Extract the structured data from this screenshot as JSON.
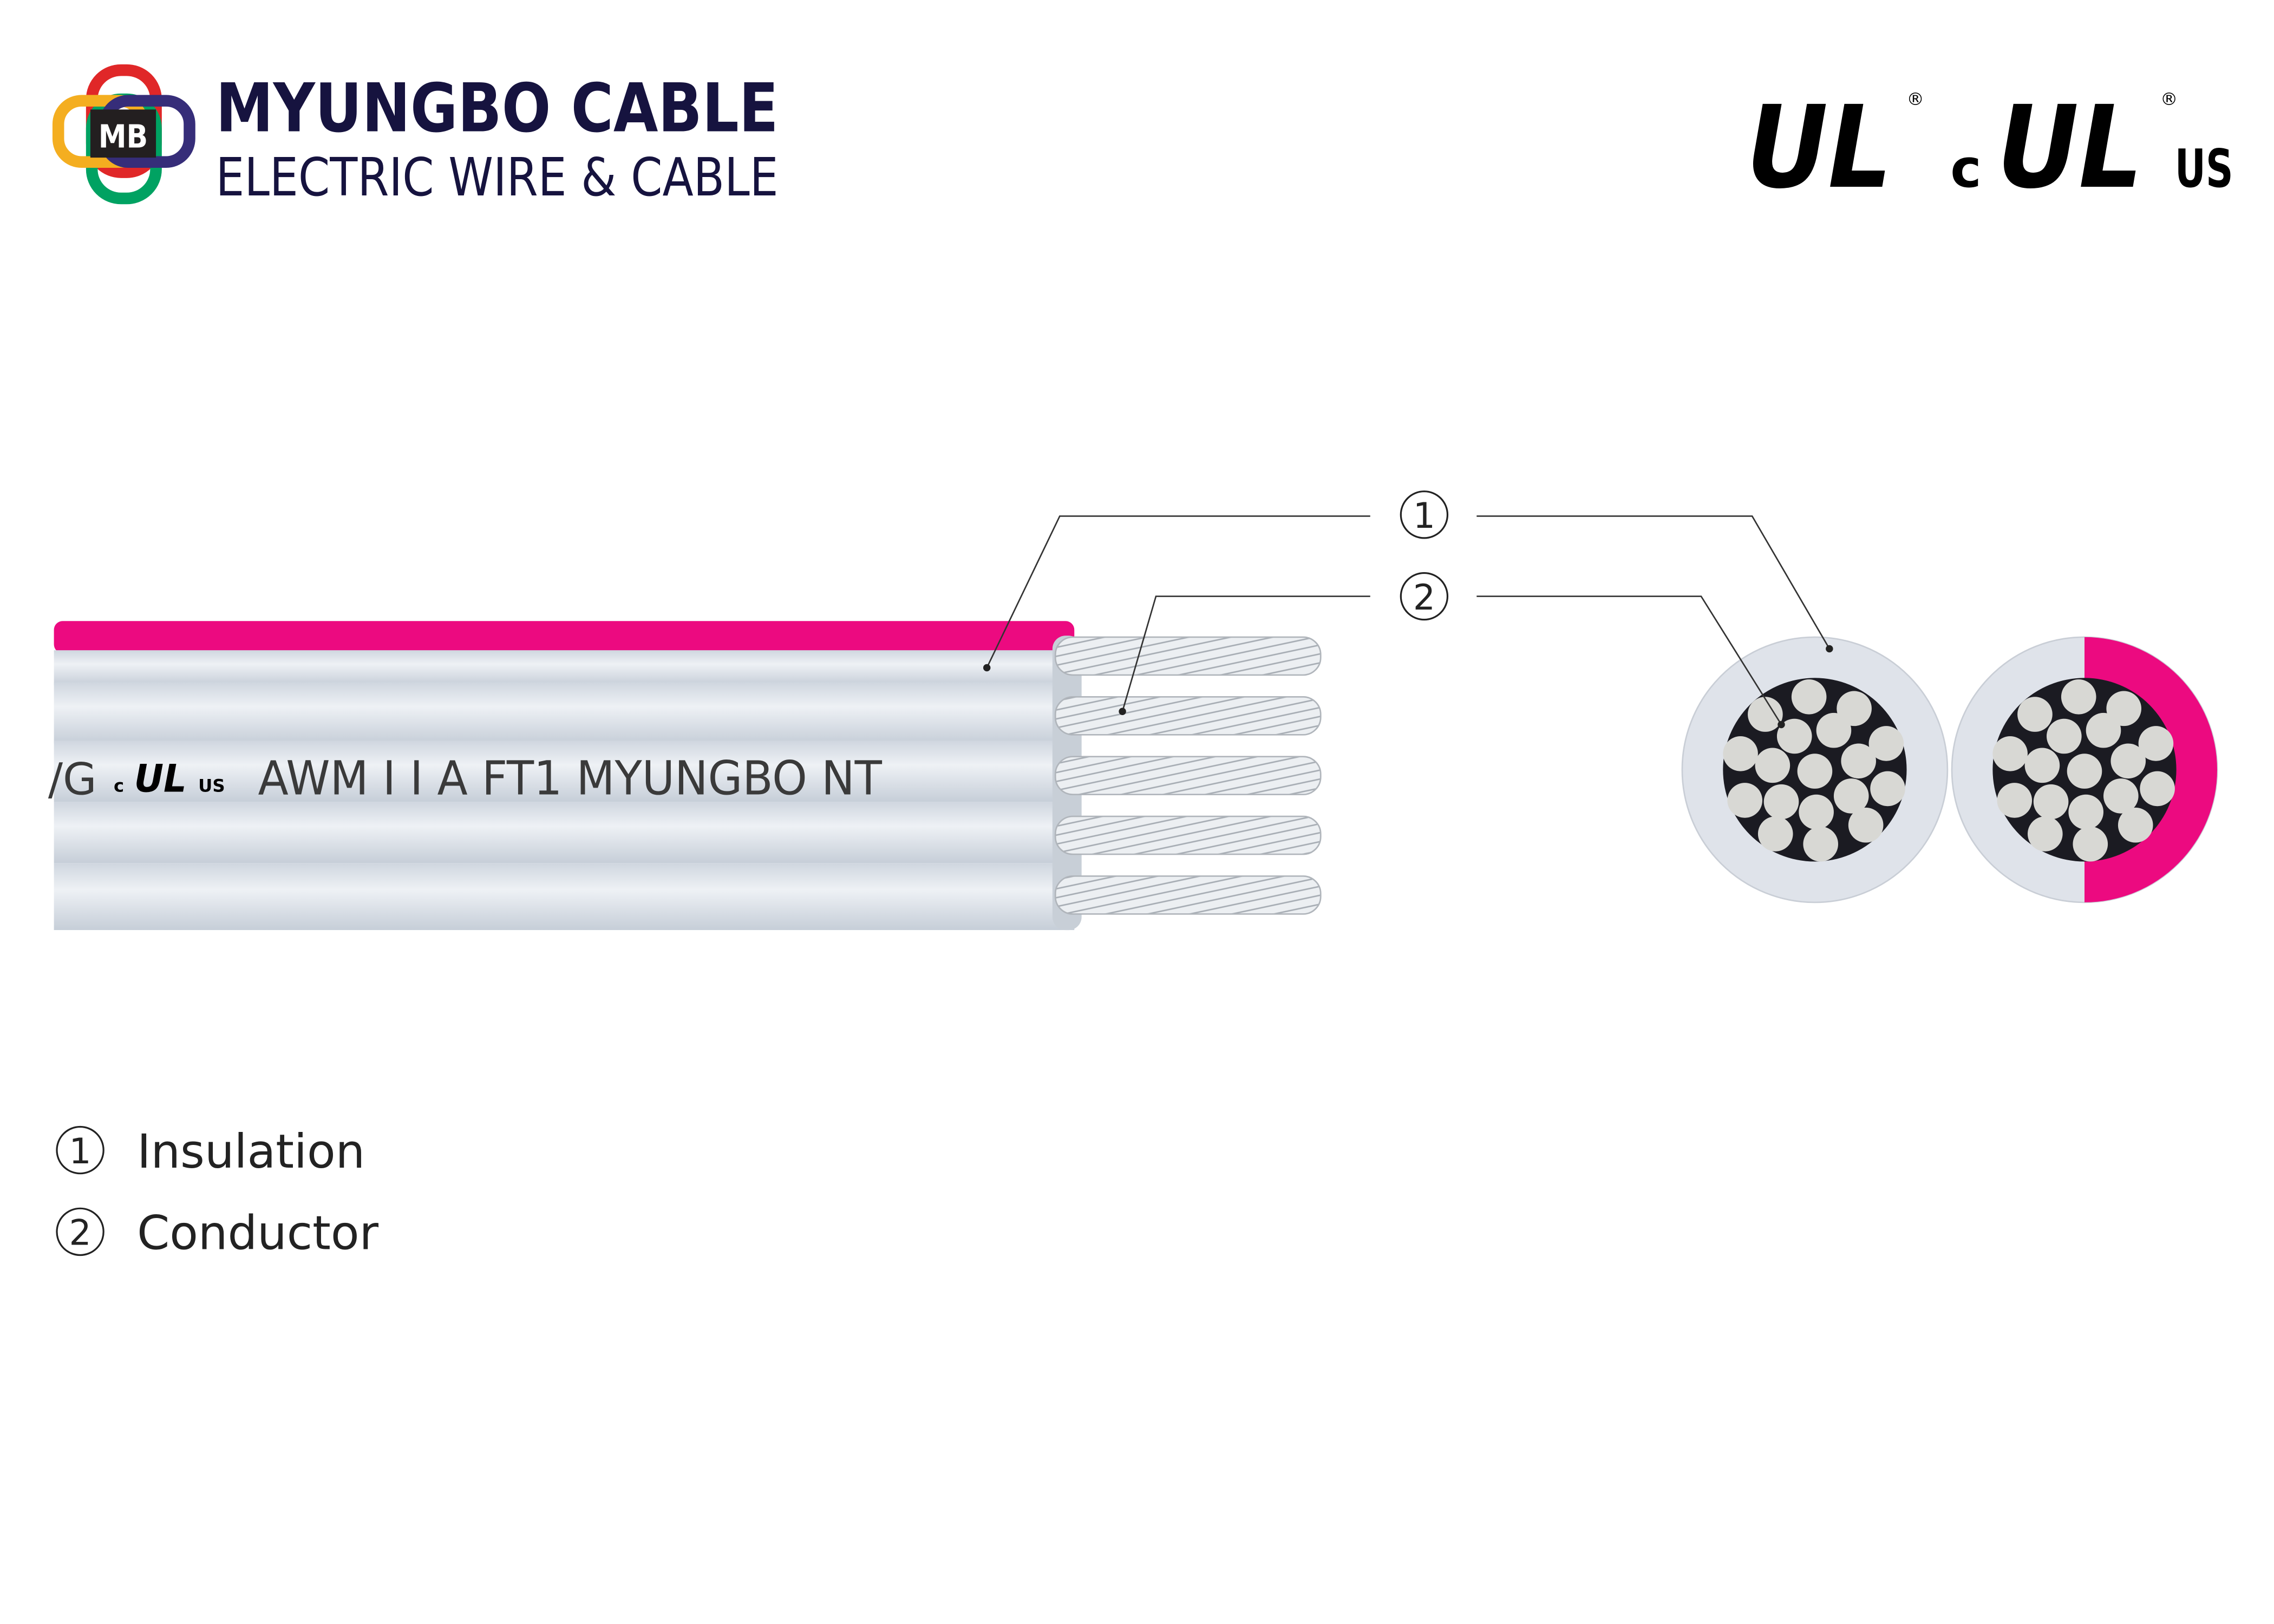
{
  "header": {
    "logo_mark": "MB",
    "brand": "MYUNGBO CABLE",
    "tagline": "ELECTRIC WIRE & CABLE"
  },
  "certifications": {
    "ul_mark": "UL",
    "cul_prefix": "c",
    "cul_suffix": "US"
  },
  "cable": {
    "print_prefix": "/G",
    "print_text": "AWM I I A FT1 MYUNGBO NT",
    "conductor_count": 5,
    "stripe_color": "#ec0a80",
    "insulation_color": "#e3e8ef"
  },
  "callouts": [
    {
      "number": "1"
    },
    {
      "number": "2"
    }
  ],
  "legend": [
    {
      "number": "1",
      "label": "Insulation"
    },
    {
      "number": "2",
      "label": "Conductor"
    }
  ]
}
